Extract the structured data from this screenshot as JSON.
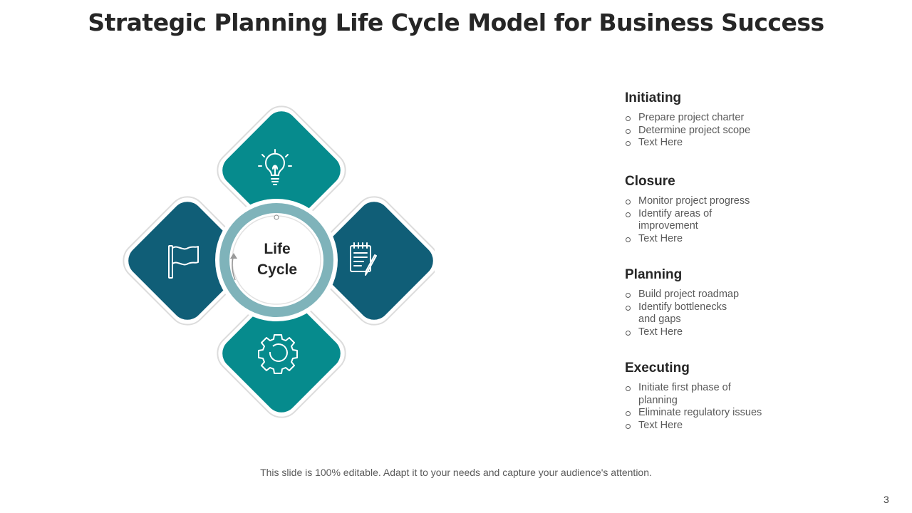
{
  "slide": {
    "title": "Strategic Planning Life Cycle Model for Business Success",
    "footer": "This slide is 100% editable. Adapt it to your needs and capture your audience's attention.",
    "page_number": "3"
  },
  "diagram": {
    "center_label_line1": "Life",
    "center_label_line2": "Cycle",
    "petals": [
      {
        "position": "top",
        "icon": "lightbulb-icon",
        "color": "#068B8D"
      },
      {
        "position": "right",
        "icon": "notepad-icon",
        "color": "#105E77"
      },
      {
        "position": "bottom",
        "icon": "gear-icon",
        "color": "#068B8D"
      },
      {
        "position": "left",
        "icon": "flag-icon",
        "color": "#105E77"
      }
    ],
    "ring_color": "#7FB3BA"
  },
  "sections": [
    {
      "title": "Initiating",
      "items": [
        "Prepare project charter",
        "Determine project scope",
        "Text Here"
      ]
    },
    {
      "title": "Closure",
      "items": [
        "Monitor project progress",
        "Identify areas of improvement",
        "Text Here"
      ]
    },
    {
      "title": "Planning",
      "items": [
        "Build project roadmap",
        "Identify bottlenecks and gaps",
        "Text Here"
      ]
    },
    {
      "title": "Executing",
      "items": [
        "Initiate first phase of planning",
        "Eliminate regulatory issues",
        "Text Here"
      ]
    }
  ]
}
